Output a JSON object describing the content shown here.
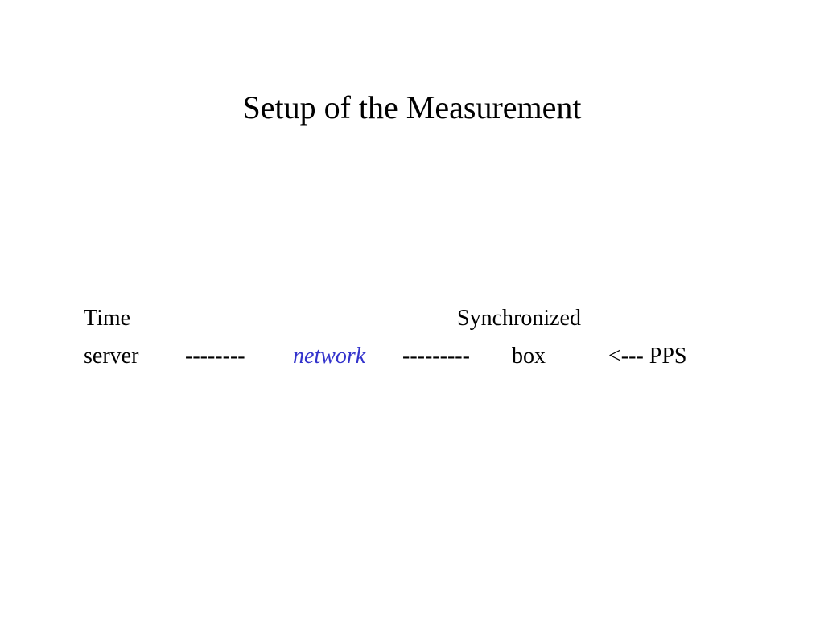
{
  "slide": {
    "title": "Setup of the Measurement"
  },
  "diagram": {
    "left_node_line1": "Time",
    "left_node_line2": "server",
    "connector_left": "--------",
    "link_label": "network",
    "connector_right": "---------",
    "right_node_line1": "Synchronized",
    "right_node_line2": "box",
    "input_arrow": "<---  PPS"
  },
  "colors": {
    "link_label": "#3333cc",
    "text": "#000000",
    "background": "#ffffff"
  }
}
